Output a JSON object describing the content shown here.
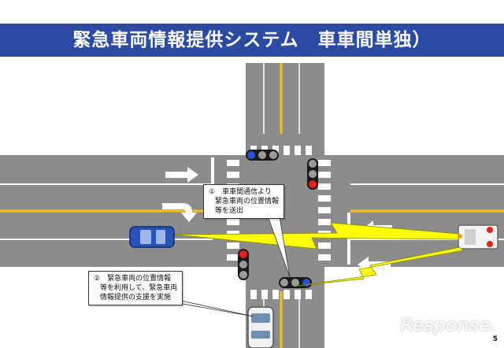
{
  "title": "緊急車両情報提供システム　車車間単独）",
  "callout_1": {
    "line1": "①　車車間通信より",
    "line2": "緊急車両の位置情報",
    "line3": "等を送出"
  },
  "callout_2": {
    "line1": "②　緊急車両の位置情報",
    "line2": "等を利用して、緊急車両",
    "line3": "情報提供の支援を実施"
  },
  "page_number": "5",
  "watermark": "Response.",
  "colors": {
    "title_bar": "#2b4ba3",
    "road": "#8c8c8c",
    "center_line": "#f2c21a",
    "lightning": "#ffff00",
    "emergency_light": "#e8201e"
  }
}
